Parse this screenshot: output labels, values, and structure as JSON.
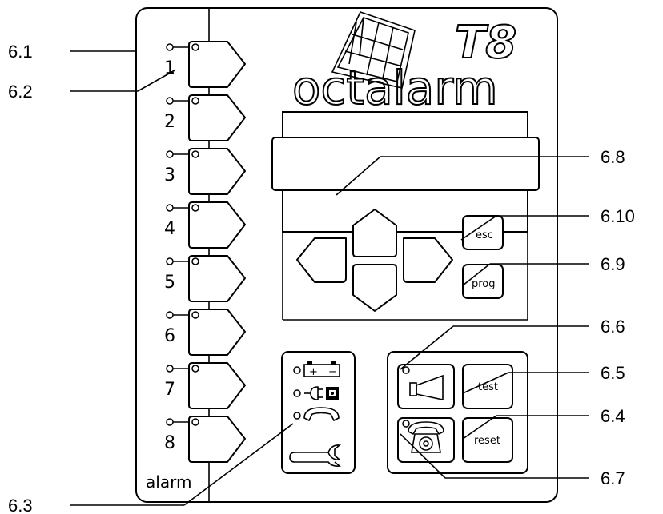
{
  "panel": {
    "brand": "octalarm",
    "model": "T8",
    "alarm_label": "alarm"
  },
  "zones": [
    "1",
    "2",
    "3",
    "4",
    "5",
    "6",
    "7",
    "8"
  ],
  "buttons": {
    "esc": "esc",
    "prog": "prog",
    "test": "test",
    "reset": "reset"
  },
  "callouts": {
    "c61": "6.1",
    "c62": "6.2",
    "c63": "6.3",
    "c64": "6.4",
    "c65": "6.5",
    "c66": "6.6",
    "c67": "6.7",
    "c68": "6.8",
    "c69": "6.9",
    "c610": "6.10"
  },
  "icons": {
    "status": [
      "battery-icon",
      "mains-plug-icon",
      "telephone-line-icon",
      "wrench-icon"
    ],
    "output": [
      "horn-icon",
      "telephone-icon"
    ]
  }
}
